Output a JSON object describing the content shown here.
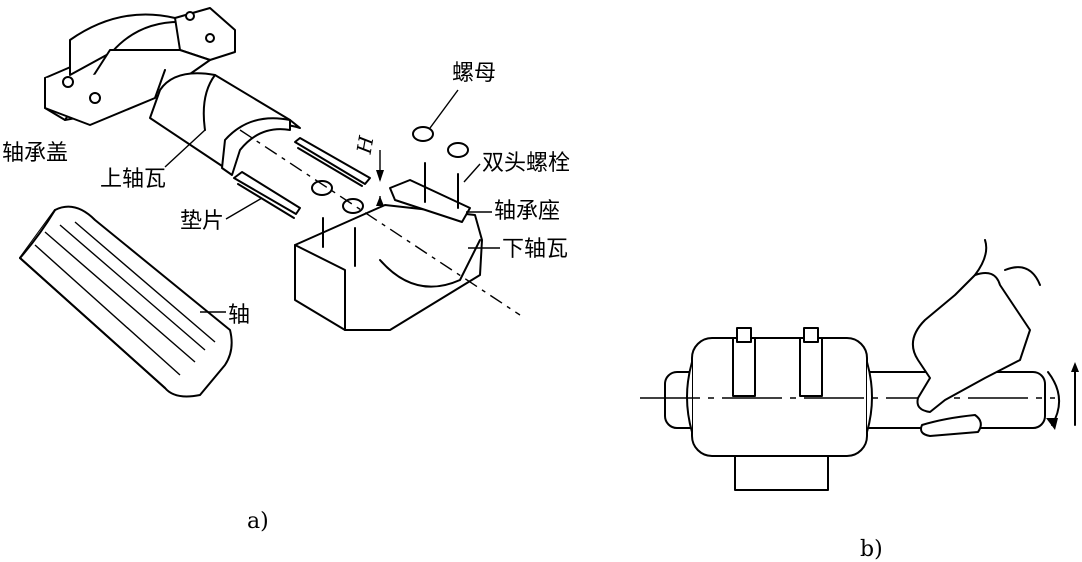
{
  "figure_a": {
    "caption": "a)",
    "labels": {
      "bearing_cap": "轴承盖",
      "upper_bush": "上轴瓦",
      "shim": "垫片",
      "shaft": "轴",
      "nut": "螺母",
      "stud_bolt": "双头螺栓",
      "bearing_seat": "轴承座",
      "lower_bush": "下轴瓦",
      "gap_symbol": "H"
    }
  },
  "figure_b": {
    "caption": "b)"
  }
}
